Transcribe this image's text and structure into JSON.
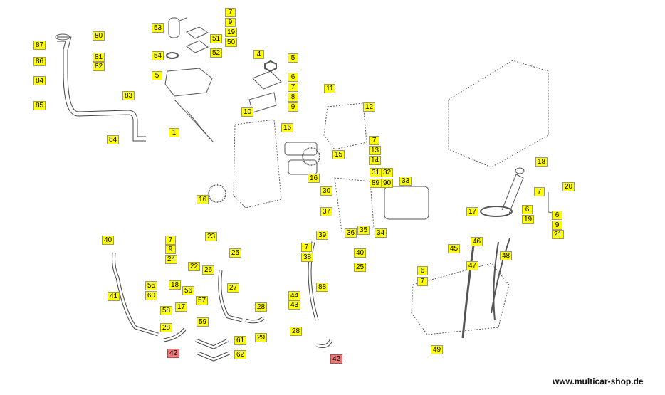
{
  "diagram": {
    "labels": [
      "80",
      "87",
      "81",
      "86",
      "82",
      "84",
      "85",
      "83",
      "84",
      "7",
      "9",
      "19",
      "50",
      "53",
      "51",
      "52",
      "54",
      "5",
      "4",
      "5",
      "6",
      "7",
      "8",
      "9",
      "10",
      "11",
      "1",
      "12",
      "16",
      "7",
      "13",
      "14",
      "15",
      "16",
      "31",
      "32",
      "89",
      "90",
      "33",
      "30",
      "16",
      "37",
      "36",
      "35",
      "34",
      "18",
      "7",
      "20",
      "17",
      "6",
      "19",
      "6",
      "9",
      "21",
      "46",
      "45",
      "48",
      "47",
      "6",
      "7",
      "49",
      "40",
      "7",
      "9",
      "24",
      "23",
      "25",
      "22",
      "26",
      "41",
      "55",
      "60",
      "18",
      "56",
      "27",
      "57",
      "17",
      "58",
      "59",
      "28",
      "28",
      "29",
      "61",
      "62",
      "42",
      "39",
      "7",
      "38",
      "40",
      "25",
      "88",
      "44",
      "43",
      "28",
      "42"
    ],
    "highlight_color": "#ffff00",
    "alert_color": "#f07878"
  },
  "footer": {
    "website": "www.multicar-shop.de"
  }
}
